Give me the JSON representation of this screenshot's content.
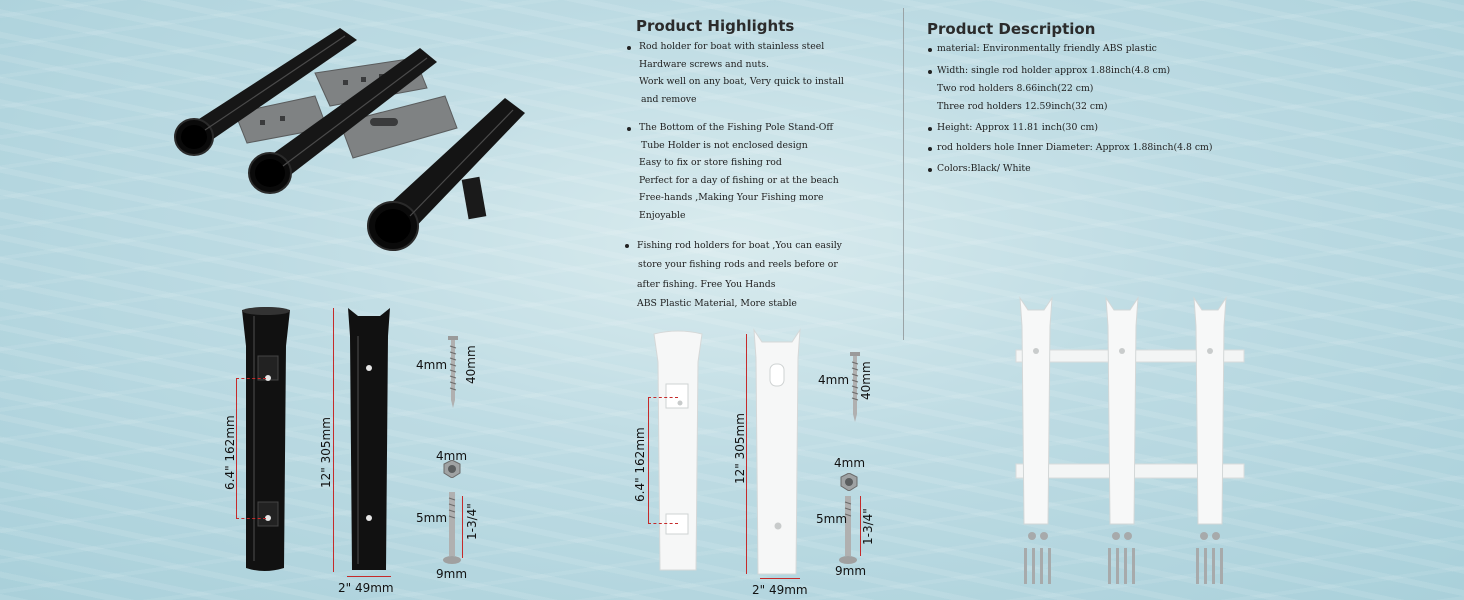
{
  "highlights": {
    "heading": "Product Highlights",
    "lines": [
      "Rod holder for boat with stainless steel",
      "Hardware screws and nuts.",
      "Work well on any boat, Very quick to install",
      "and remove",
      "The Bottom of the Fishing Pole Stand-Off",
      "Tube Holder is not enclosed design",
      "Easy to fix or store fishing rod",
      "Perfect for a day of fishing or at the beach",
      "Free-hands ,Making Your Fishing more",
      "Enjoyable",
      "Fishing rod holders for boat ,You can easily",
      "store your fishing rods and reels before or",
      "after fishing. Free You Hands",
      "ABS Plastic Material, More stable"
    ]
  },
  "description": {
    "heading": "Product Description",
    "lines": [
      "material: Environmentally friendly ABS plastic",
      "Width: single rod holder approx 1.88inch(4.8 cm)",
      "Two rod holders 8.66inch(22 cm)",
      "Three rod holders 12.59inch(32 cm)",
      "Height:  Approx 11.81 inch(30 cm)",
      "rod holders hole Inner Diameter: Approx 1.88inch(4.8 cm)",
      "Colors:Black/ White"
    ]
  },
  "black_dims": {
    "spacing": "6.4\"  162mm",
    "height": "12\"  305mm",
    "width": "2\"  49mm",
    "screw_diameter": "4mm",
    "screw_length": "40mm",
    "nut": "4mm",
    "bolt_diameter": "5mm",
    "bolt_length": "1-3/4\"",
    "washer": "9mm"
  },
  "white_dims": {
    "spacing": "6.4\"  162mm",
    "height": "12\"  305mm",
    "width": "2\"  49mm",
    "screw_diameter": "4mm",
    "screw_length": "40mm",
    "nut": "4mm",
    "bolt_diameter": "5mm",
    "bolt_length": "1-3/4\"",
    "washer": "9mm"
  },
  "colors": {
    "black_holder": "#111111",
    "white_holder": "#f4f6f6",
    "dimension_line": "#c52a2a",
    "water_light": "#d9ebee",
    "water_dark": "#a9d0da"
  },
  "icons": [
    "three-rod-holder-black-image",
    "single-rod-holder-black-image",
    "single-rod-holder-white-image",
    "three-rod-holder-white-image",
    "screw-icon",
    "nut-icon",
    "bolt-icon"
  ]
}
